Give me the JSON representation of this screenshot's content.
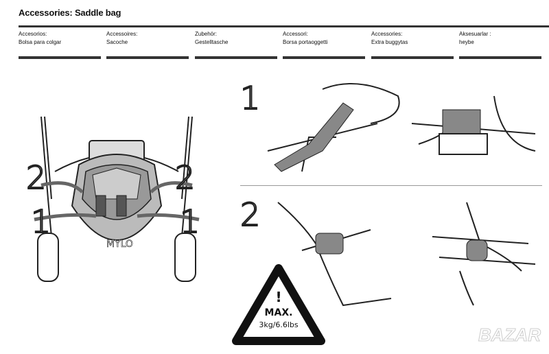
{
  "header": {
    "title": "Accessories: Saddle bag"
  },
  "languages": [
    {
      "label": "Accesorios:",
      "name": "Bolsa para colgar"
    },
    {
      "label": "Accessoires:",
      "name": "Sacoche"
    },
    {
      "label": "Zubehör:",
      "name": "Gestelltasche"
    },
    {
      "label": "Accessori:",
      "name": "Borsa portaoggetti"
    },
    {
      "label": "Accessories:",
      "name": "Extra buggytas"
    },
    {
      "label": "Aksesuarlar :",
      "name": "heybe"
    }
  ],
  "illustration": {
    "step_markers_left": [
      "2",
      "2",
      "1",
      "1"
    ],
    "brand_logo": "MYLO",
    "steps": [
      "1",
      "2"
    ]
  },
  "warning": {
    "symbol": "!",
    "line1": "MAX.",
    "line2": "3kg/6.6lbs"
  },
  "watermark": "BAZAR"
}
